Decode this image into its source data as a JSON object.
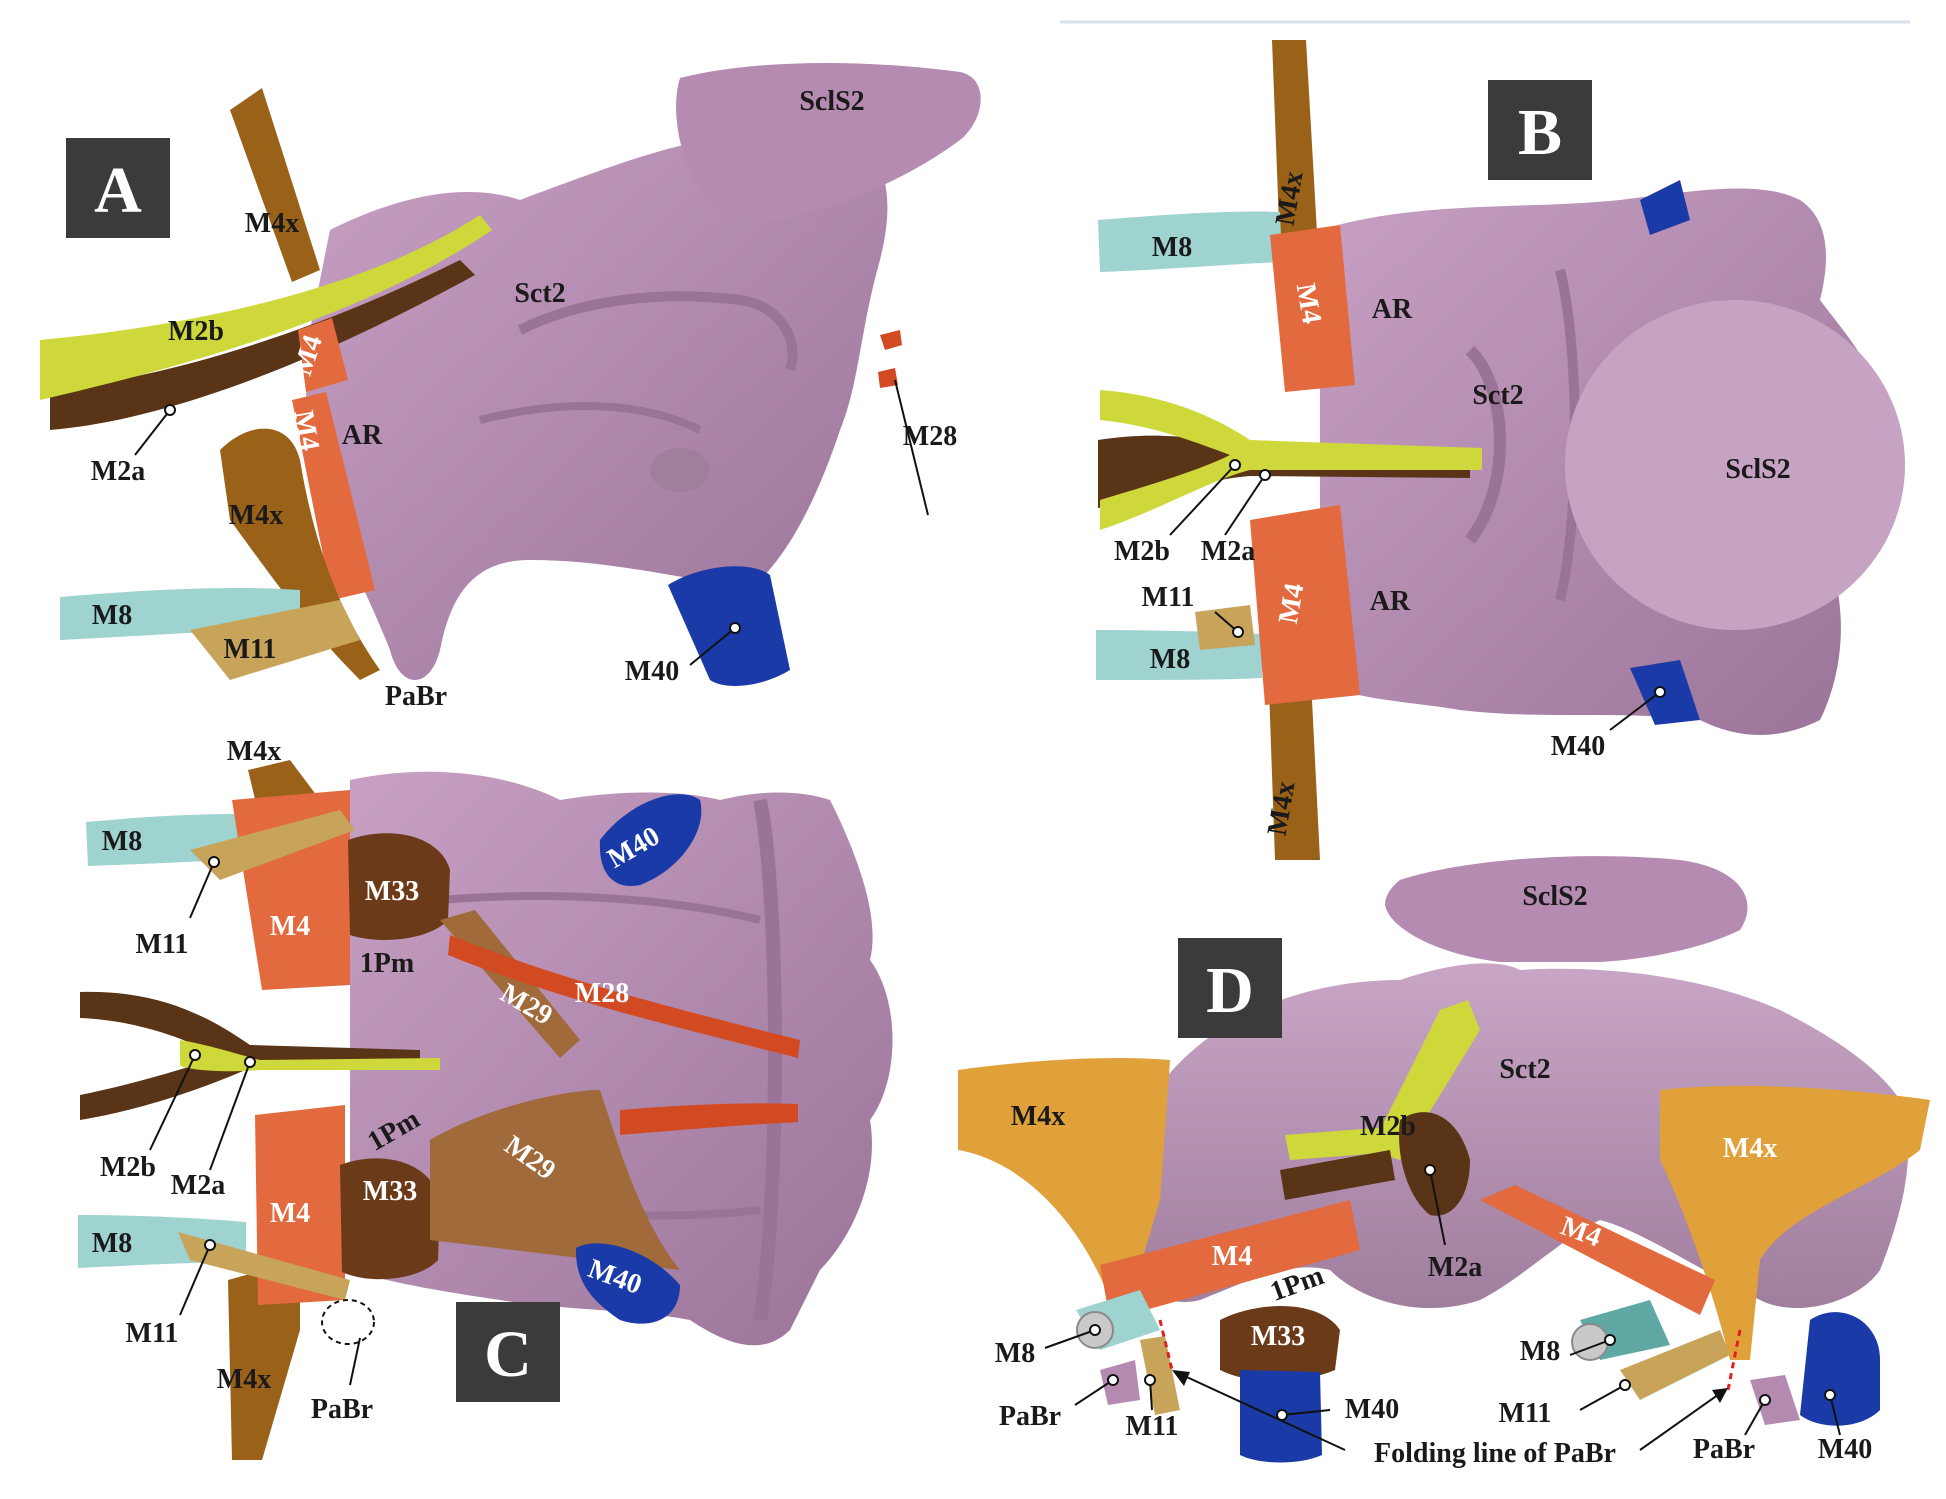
{
  "panels": {
    "a": {
      "letter": "A",
      "labels": {
        "scls2": "SclS2",
        "m4x_top": "M4x",
        "sct2": "Sct2",
        "m2b": "M2b",
        "m4_upper": "M4",
        "m4_lower": "M4",
        "ar": "AR",
        "m2a": "M2a",
        "m4x_lower": "M4x",
        "m28": "M28",
        "m8": "M8",
        "m11": "M11",
        "pabr": "PaBr",
        "m40": "M40"
      }
    },
    "b": {
      "letter": "B",
      "labels": {
        "m4x_top": "M4x",
        "m8_top": "M8",
        "m4_top": "M4",
        "ar_top": "AR",
        "sct2": "Sct2",
        "scls2": "SclS2",
        "m2b": "M2b",
        "m2a": "M2a",
        "m4_bottom": "M4",
        "ar_bottom": "AR",
        "m11": "M11",
        "m8_bottom": "M8",
        "m40": "M40",
        "m4x_bottom": "M4x"
      }
    },
    "c": {
      "letter": "C",
      "labels": {
        "m4x_top": "M4x",
        "m8_top": "M8",
        "m40_top": "M40",
        "m33_top": "M33",
        "m11_top": "M11",
        "m4_top": "M4",
        "pm_top": "1Pm",
        "m29_top": "M29",
        "m28": "M28",
        "m2b": "M2b",
        "m2a": "M2a",
        "pm_bottom": "1Pm",
        "m29_bottom": "M29",
        "m4_bottom": "M4",
        "m33_bottom": "M33",
        "m8_bottom": "M8",
        "m40_bottom": "M40",
        "m11_bottom": "M11",
        "m4x_bottom": "M4x",
        "pabr": "PaBr"
      }
    },
    "d": {
      "letter": "D",
      "labels": {
        "scls2": "SclS2",
        "sct2": "Sct2",
        "m4x_left": "M4x",
        "m2b": "M2b",
        "m4x_right": "M4x",
        "m4_left": "M4",
        "pm": "1Pm",
        "m2a": "M2a",
        "m4_right": "M4",
        "m8_left": "M8",
        "m33": "M33",
        "m8_right": "M8",
        "pabr_left": "PaBr",
        "m11_left": "M11",
        "m40_left": "M40",
        "m11_right": "M11",
        "pabr_right": "PaBr",
        "m40_right": "M40",
        "folding_line": "Folding line of PaBr"
      }
    }
  },
  "colors": {
    "sclerite": "#b48ab0",
    "sclerite_dark": "#8e6a8c",
    "m4x": "#9a6118",
    "m4x_d": "#e0a03a",
    "m2a": "#5a3416",
    "m2b": "#cfd83a",
    "m4": "#e26a3e",
    "m8": "#9fd3d0",
    "m11": "#c8a35a",
    "m28": "#d24a22",
    "m29": "#a06a3a",
    "m33": "#6b3a18",
    "m40": "#1a3aa8",
    "letter_bg": "#3b3b3b"
  }
}
